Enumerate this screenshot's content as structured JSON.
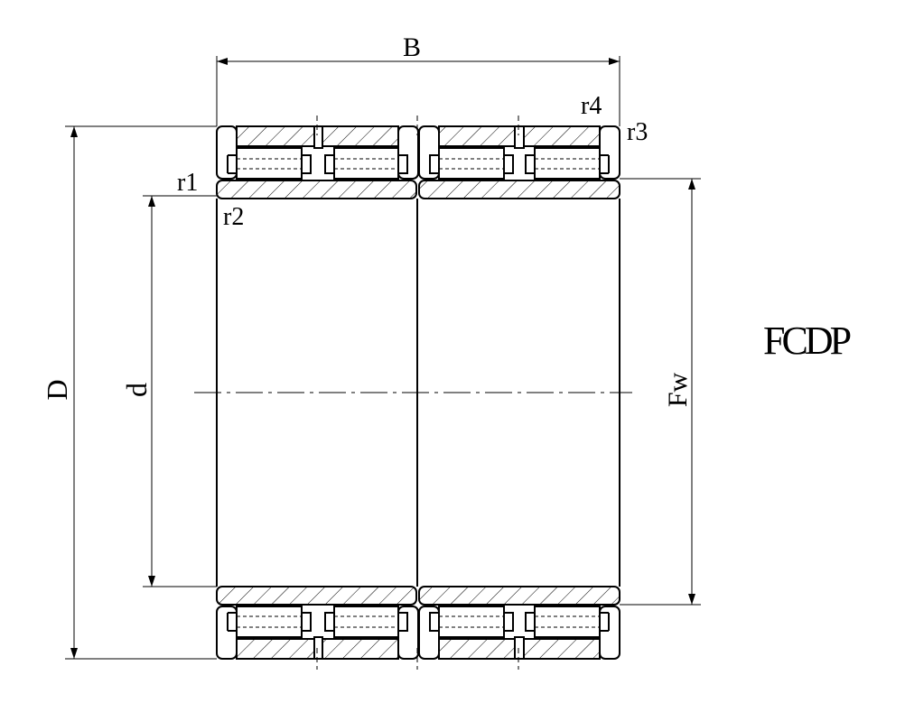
{
  "diagram": {
    "type_label": "FCDP",
    "dimensions": {
      "B": "B",
      "D": "D",
      "d": "d",
      "Fw": "Fw"
    },
    "radii": {
      "r1": "r1",
      "r2": "r2",
      "r3": "r3",
      "r4": "r4"
    },
    "colors": {
      "line": "#000000",
      "background": "#ffffff"
    }
  }
}
